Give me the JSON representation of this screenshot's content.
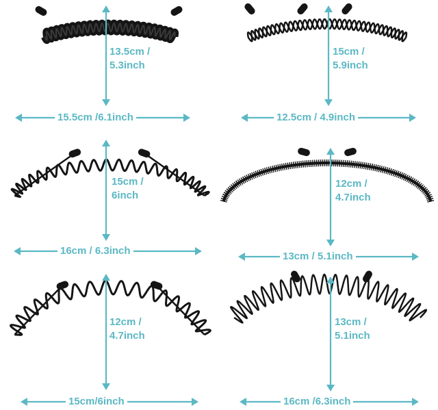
{
  "colors": {
    "arrow": "#5bb8c4",
    "text": "#5bb8c4",
    "headband": "#151515"
  },
  "panels": [
    {
      "style": "flat-wave-band",
      "height": "13.5cm /",
      "height2": "5.3inch",
      "width": "15.5cm /6.1inch"
    },
    {
      "style": "double-wave",
      "height": "15cm /",
      "height2": "5.9inch",
      "width": "12.5cm / 4.9inch"
    },
    {
      "style": "wave-with-pins",
      "height": "15cm /",
      "height2": "6inch",
      "width": "16cm / 6.3inch"
    },
    {
      "style": "spring-coil",
      "height": "12cm /",
      "height2": "4.7inch",
      "width": "13cm / 5.1inch"
    },
    {
      "style": "wave-with-pins",
      "height": "12cm /",
      "height2": "4.7inch",
      "width": "15cm/6inch"
    },
    {
      "style": "wide-wave",
      "height": "13cm /",
      "height2": "5.1inch",
      "width": "16cm /6.3inch"
    }
  ]
}
